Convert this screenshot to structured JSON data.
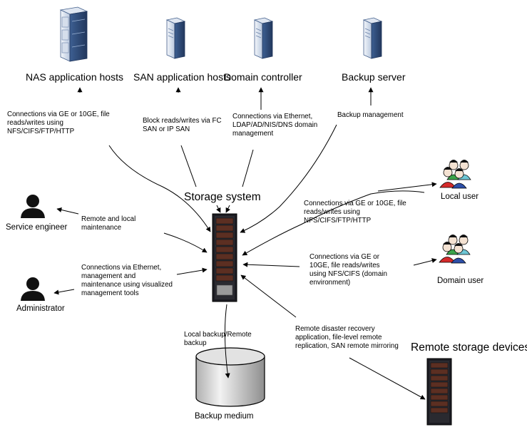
{
  "nodes": {
    "nas_hosts": "NAS application hosts",
    "san_hosts": "SAN application hosts",
    "domain_controller": "Domain controller",
    "backup_server": "Backup server",
    "storage_system": "Storage system",
    "local_user": "Local user",
    "domain_user": "Domain user",
    "service_engineer": "Service engineer",
    "administrator": "Administrator",
    "remote_storage": "Remote storage devices",
    "backup_medium": "Backup medium"
  },
  "connections": {
    "nas": [
      "Connections via GE or 10GE, file",
      "reads/writes using",
      "NFS/CIFS/FTP/HTTP"
    ],
    "san": [
      "Block reads/writes via FC",
      "SAN or IP SAN"
    ],
    "domain": [
      "Connections via Ethernet,",
      "LDAP/AD/NIS/DNS domain",
      "management"
    ],
    "backup": [
      "Backup management"
    ],
    "local_user": [
      "Connections via GE or 10GE, file",
      "reads/writes using",
      "NFS/CIFS/FTP/HTTP"
    ],
    "domain_user": [
      "Connections via GE or",
      "10GE, file reads/writes",
      "using NFS/CIFS (domain",
      "environment)"
    ],
    "service": [
      "Remote and local",
      "maintenance"
    ],
    "admin": [
      "Connections via Ethernet,",
      "management and",
      "maintenance using visualized",
      "management tools"
    ],
    "local_backup": [
      "Local backup/Remote",
      "backup"
    ],
    "remote_dr": [
      "Remote disaster recovery",
      "application, file-level remote",
      "replication, SAN remote mirroring"
    ]
  },
  "colors": {
    "server_light": "#e8eef6",
    "server_mid": "#7c9ac4",
    "server_dark": "#2f4f80",
    "rack_body": "#1c1c22",
    "rack_slot": "#5c2f22",
    "user_red": "#d42a2a",
    "user_green": "#3aa34a",
    "user_teal": "#6ec7d6",
    "user_blue": "#2d4fa8",
    "person_black": "#111111"
  }
}
